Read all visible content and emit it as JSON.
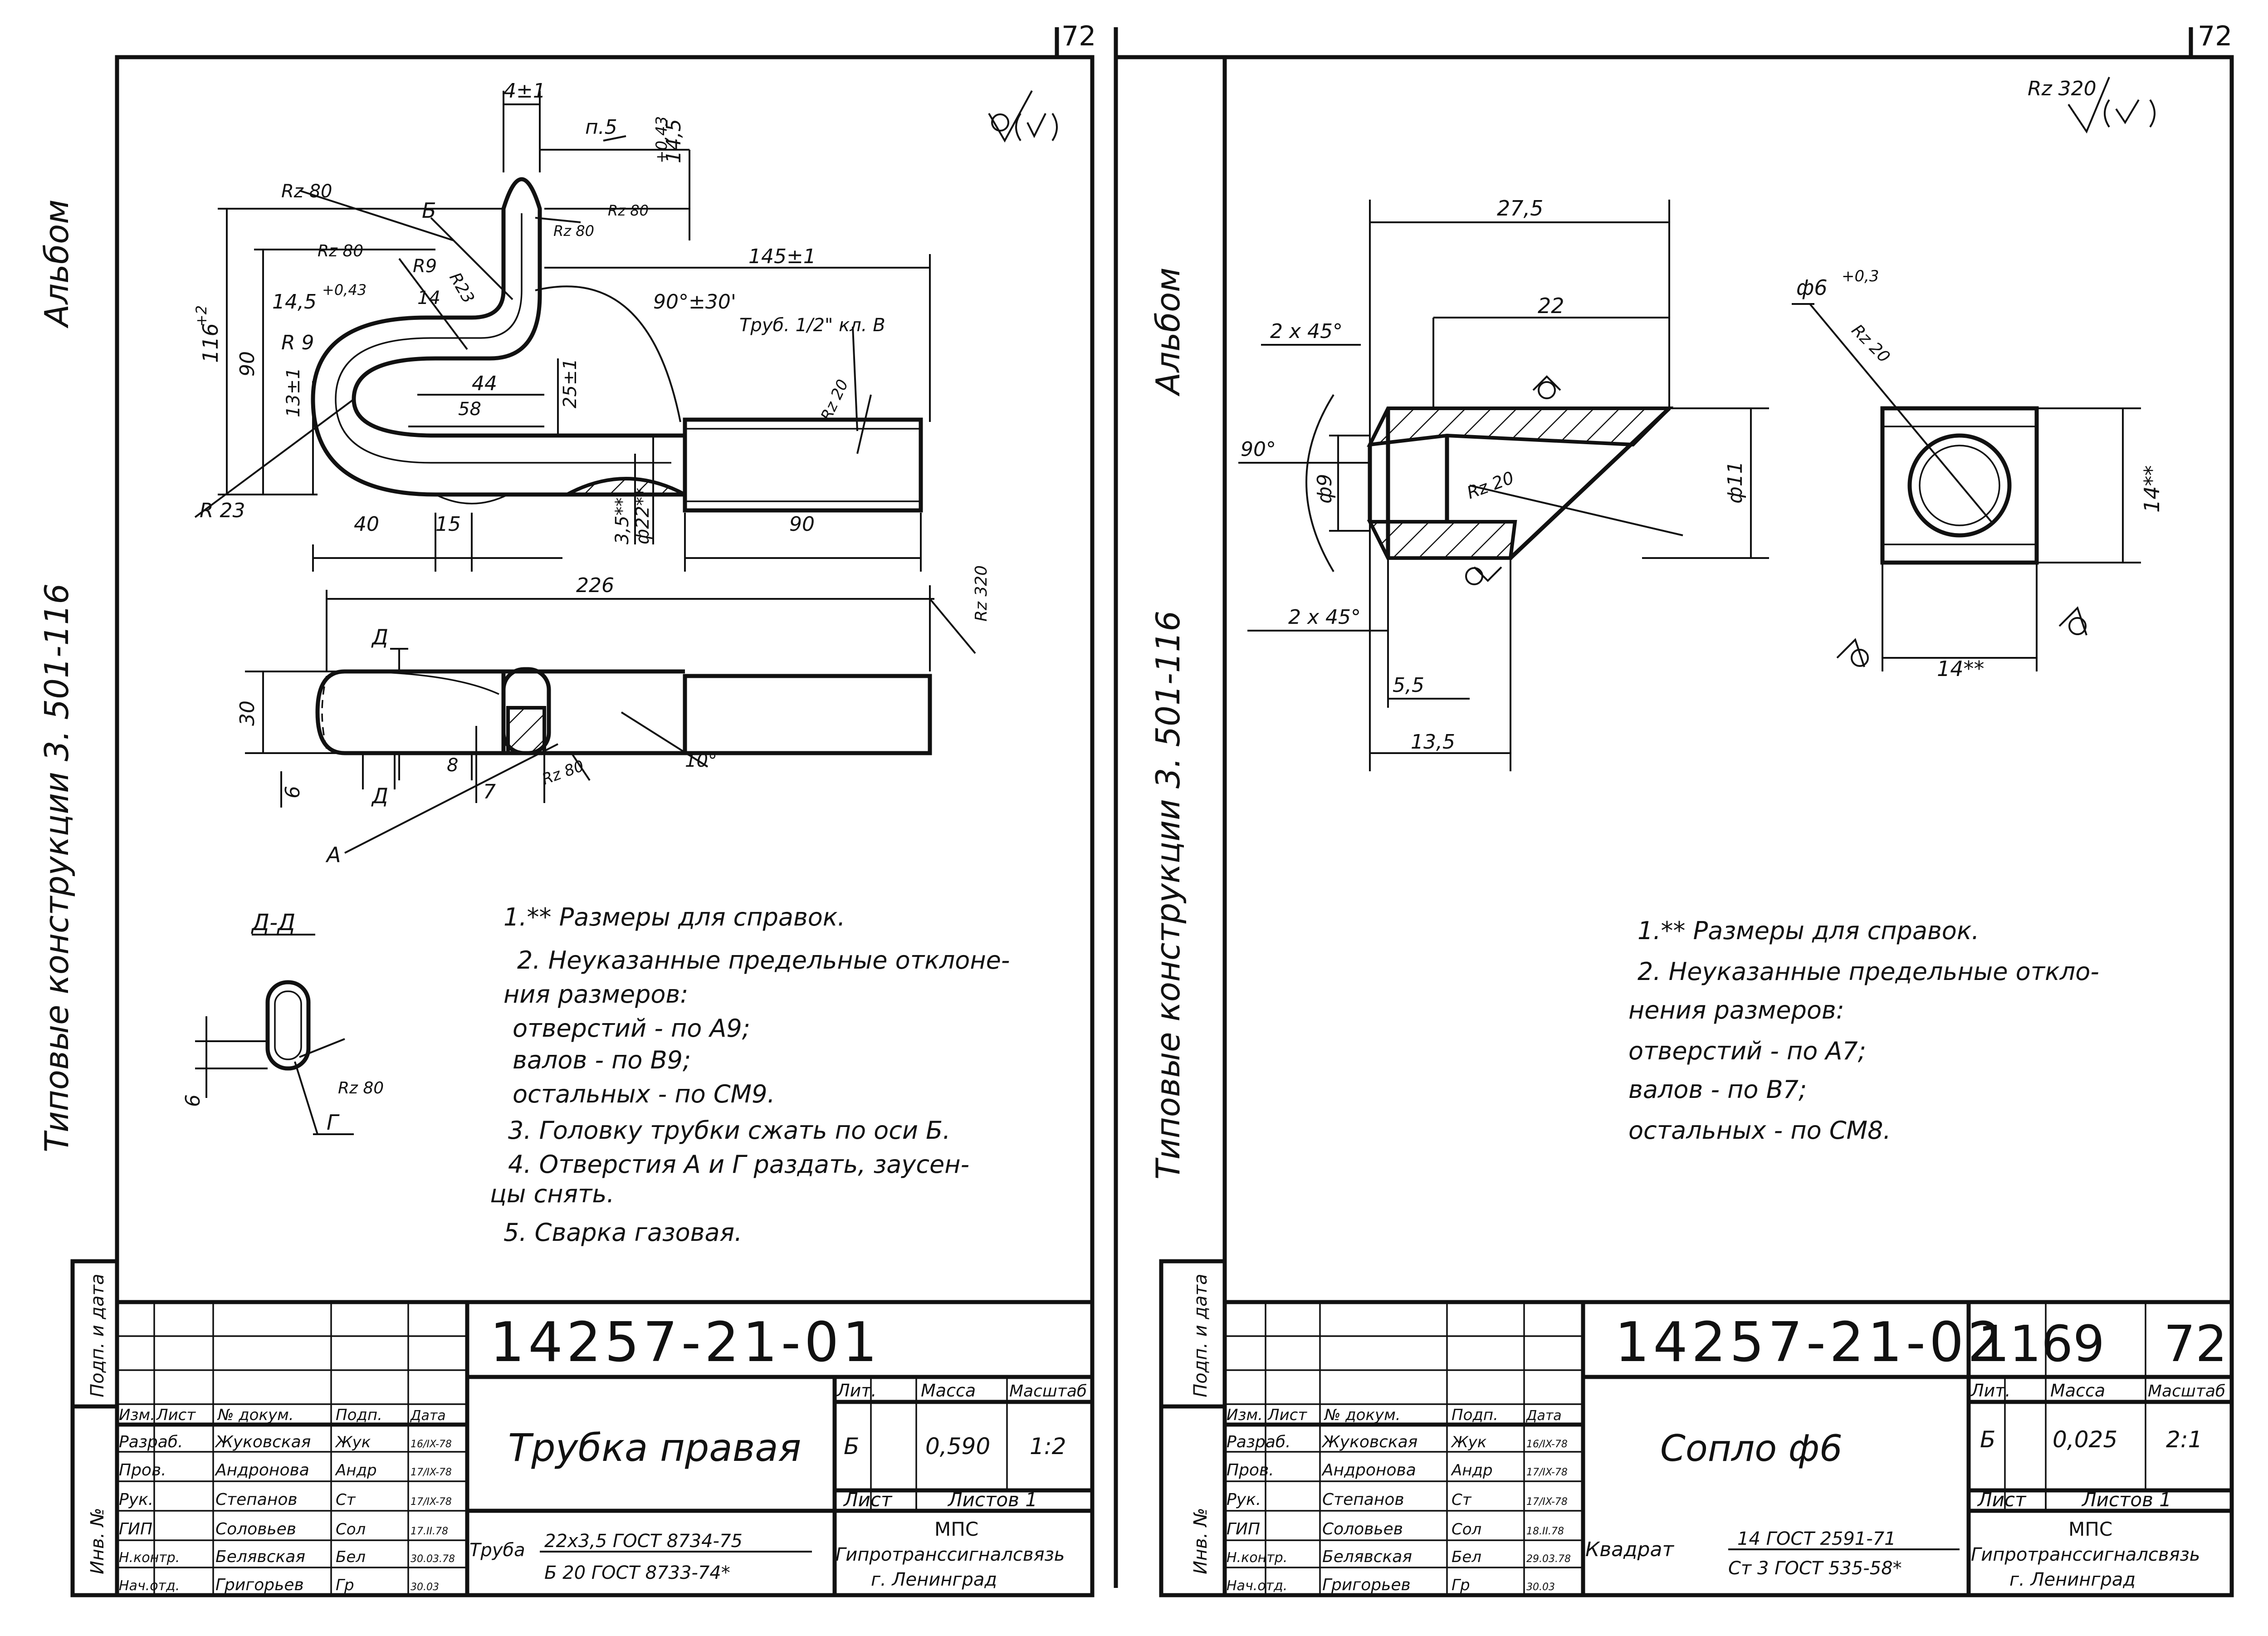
{
  "series_label": "Альбом",
  "album": "Типовые конструкции 3. 501-116",
  "page_num": "72",
  "left": {
    "dims": {
      "d1": "4±1",
      "d2": "п.5",
      "d3": "14,5",
      "d3tol": "+0,43",
      "d4": "Rz 80",
      "d5": "Б",
      "d6": "Rz 80",
      "d7": "Rz 80",
      "d8": "Rz 80",
      "d9": "R9",
      "d10": "R23",
      "d11": "145±1",
      "d12": "14,5",
      "d12tol": "+0,43",
      "d13": "14",
      "d14": "90°±30'",
      "d15": "Труб. 1/2\" кл. В",
      "d16": "116",
      "d16tol": "+2",
      "d17": "90",
      "d18": "R 9",
      "d19": "13±1",
      "d20": "44",
      "d21": "25±1",
      "d22": "58",
      "d23": "Rz 20",
      "d24": "R 23",
      "d25": "40",
      "d26": "15",
      "d27": "3,5**",
      "d28": "ф22**",
      "d29": "90",
      "d30": "226",
      "d31": "Rz 320",
      "d32": "Д",
      "d33": "30",
      "d34": "6",
      "d35": "Д",
      "d36": "8",
      "d37": "7",
      "d38": "Rz 80",
      "d39": "10°",
      "d40": "А",
      "d41": "Д-Д",
      "d42": "6",
      "d43": "Rz 80",
      "d44": "Г"
    },
    "notes": [
      "1.** Размеры для справок.",
      "2. Неуказанные предельные отклоне-",
      "ния размеров:",
      "отверстий   - по А9;",
      "валов          - по В9;",
      "остальных   - по СМ9.",
      "3. Головку трубки сжать по оси Б.",
      "4. Отверстия А и Г раздать, заусен-",
      "цы снять.",
      "5. Сварка газовая."
    ],
    "stamp": {
      "doc_number": "14257-21-01",
      "title": "Трубка правая",
      "lit_label": "Лит.",
      "mass_label": "Масса",
      "scale_label": "Масштаб",
      "lit": "Б",
      "mass": "0,590",
      "scale": "1:2",
      "sheet_label": "Лист",
      "sheets_label": "Листов 1",
      "org1": "МПС",
      "org2": "Гипротранссигналсвязь",
      "org3": "г. Ленинград",
      "material_kind": "Труба",
      "material_top": "22x3,5  ГОСТ 8734-75",
      "material_bottom": "Б 20   ГОСТ 8733-74*",
      "col_headers": [
        "Изм.",
        "Лист",
        "№ докум.",
        "Подп.",
        "Дата"
      ],
      "rows": [
        {
          "role": "Разраб.",
          "name": "Жуковская",
          "sign": "Жук",
          "date": "16/IX-78"
        },
        {
          "role": "Пров.",
          "name": "Андронова",
          "sign": "Андр",
          "date": "17/IX-78"
        },
        {
          "role": "Рук.",
          "name": "Степанов",
          "sign": "Ст",
          "date": "17/IX-78"
        },
        {
          "role": "ГИП",
          "name": "Соловьев",
          "sign": "Сол",
          "date": "17.II.78"
        },
        {
          "role": "Н.контр.",
          "name": "Белявская",
          "sign": "Бел",
          "date": "30.03.78"
        },
        {
          "role": "Нач.отд.",
          "name": "Григорьев",
          "sign": "Гр",
          "date": "30.03"
        }
      ],
      "side_labels": [
        "Подп. и дата",
        "Инв. №"
      ]
    }
  },
  "right": {
    "roughness": "Rz 320",
    "dims": {
      "r1": "27,5",
      "r2": "22",
      "r3": "2 x 45°",
      "r4": "90°",
      "r5": "ф9",
      "r6": "Rz 20",
      "r7": "ф11",
      "r8": "2 x 45°",
      "r9": "5,5",
      "r10": "13,5",
      "r11": "ф6",
      "r11tol": "+0,3",
      "r12": "Rz 20",
      "r13": "14**",
      "r14": "14**"
    },
    "notes": [
      "1.** Размеры для справок.",
      "2. Неуказанные предельные откло-",
      "нения размеров:",
      "отверстий  - по А7;",
      "валов          - по В7;",
      "остальных  - по СМ8."
    ],
    "stamp": {
      "doc_number": "14257-21-02",
      "box1": "1169",
      "box2": "72",
      "title": "Сопло ф6",
      "lit_label": "Лит.",
      "mass_label": "Масса",
      "scale_label": "Масштаб",
      "lit": "Б",
      "mass": "0,025",
      "scale": "2:1",
      "sheet_label": "Лист",
      "sheets_label": "Листов 1",
      "org1": "МПС",
      "org2": "Гипротранссигналсвязь",
      "org3": "г. Ленинград",
      "material_kind": "Квадрат",
      "material_top": "14 ГОСТ 2591-71",
      "material_bottom": "Ст 3 ГОСТ 535-58*",
      "col_headers": [
        "Изм.",
        "Лист",
        "№ докум.",
        "Подп.",
        "Дата"
      ],
      "rows": [
        {
          "role": "Разраб.",
          "name": "Жуковская",
          "sign": "Жук",
          "date": "16/IX-78"
        },
        {
          "role": "Пров.",
          "name": "Андронова",
          "sign": "Андр",
          "date": "17/IX-78"
        },
        {
          "role": "Рук.",
          "name": "Степанов",
          "sign": "Ст",
          "date": "17/IX-78"
        },
        {
          "role": "ГИП",
          "name": "Соловьев",
          "sign": "Сол",
          "date": "18.II.78"
        },
        {
          "role": "Н.контр.",
          "name": "Белявская",
          "sign": "Бел",
          "date": "29.03.78"
        },
        {
          "role": "Нач.отд.",
          "name": "Григорьев",
          "sign": "Гр",
          "date": "30.03"
        }
      ],
      "side_labels": [
        "Подп. и дата",
        "Инв. №"
      ]
    }
  }
}
